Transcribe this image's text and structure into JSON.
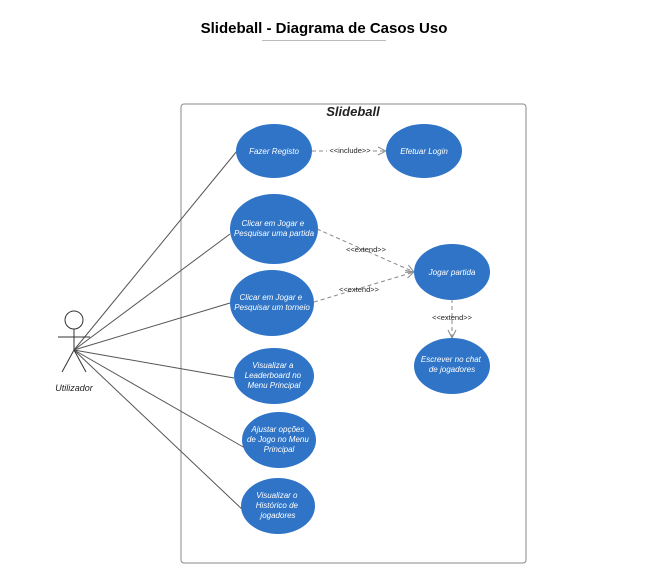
{
  "title": "Slideball - Diagrama de Casos Uso",
  "system_boundary": {
    "label": "Slideball"
  },
  "actor": {
    "label": "Utilizador"
  },
  "use_cases": {
    "fazer_registo": [
      "Fazer Registo"
    ],
    "efetuar_login": [
      "Efetuar Login"
    ],
    "jogar_pesquisar_partida": [
      "Clicar em Jogar e",
      "Pesquisar uma partida"
    ],
    "jogar_pesquisar_torneio": [
      "Clicar em Jogar e",
      "Pesquisar um torneio"
    ],
    "jogar_partida": [
      "Jogar partida"
    ],
    "escrever_chat": [
      "Escrever no chat",
      "de jogadores"
    ],
    "visualizar_leaderboard": [
      "Visualizar a",
      "Leaderboard no",
      "Menu Principal"
    ],
    "ajustar_opcoes": [
      "Ajustar opções",
      "de Jogo no Menu",
      "Principal"
    ],
    "visualizar_historico": [
      "Visualizar o",
      "Histórico de",
      "jogadores"
    ]
  },
  "relations": {
    "include": "<<include>>",
    "extend": "<<extend>>"
  },
  "colors": {
    "use_case_fill": "#2f74c6",
    "use_case_text": "#ffffff",
    "line": "#555555",
    "dashed": "#888888"
  }
}
